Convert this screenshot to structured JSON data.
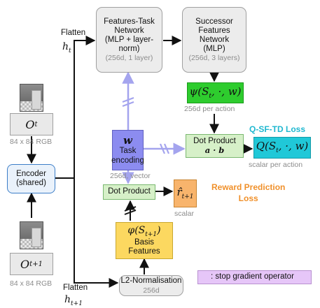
{
  "flatten_top": {
    "label": "Flatten",
    "symbol": "h",
    "subscript": "t"
  },
  "flatten_bottom": {
    "label": "Flatten",
    "symbol": "h",
    "subscript": "t+1"
  },
  "feature_task_network": {
    "line1": "Features-Task",
    "line2": "Network",
    "line3": "(MLP + layer-",
    "line4": "norm)",
    "sub": "(256d, 1 layer)"
  },
  "successor_network": {
    "line1": "Successor",
    "line2": "Features",
    "line3": "Network",
    "line4": "(MLP)",
    "sub": "(256d, 3 layers)"
  },
  "obs_top": {
    "symbol": "O",
    "subscript": "t",
    "caption": "84 x 84 RGB"
  },
  "obs_bottom": {
    "symbol": "O",
    "subscript": "t+1",
    "caption": "84 x 84 RGB"
  },
  "encoder": {
    "line1": "Encoder",
    "line2": "(shared)"
  },
  "psi_box": {
    "text": "ψ(S",
    "subscript": "t",
    "rest": ", ·, w)",
    "caption": "256d per action"
  },
  "task_encoding": {
    "symbol": "w",
    "line1": "Task",
    "line2": "encoding",
    "caption": "256d, vector"
  },
  "dot_product_top": {
    "label": "Dot Product",
    "formula": "a · b"
  },
  "q_box": {
    "text": "Q(S",
    "subscript": "t",
    "rest": ", ·, w)",
    "caption": "scalar per action"
  },
  "q_loss": {
    "label": "Q-SF-TD Loss"
  },
  "dot_product_bottom": {
    "label": "Dot Product"
  },
  "reward_box": {
    "symbol": "r̂",
    "subscript": "t+1",
    "caption": "scalar"
  },
  "reward_loss": {
    "line1": "Reward Prediction",
    "line2": "Loss"
  },
  "phi_box": {
    "text": "φ(S",
    "subscript": "t+1",
    "rest": ")",
    "line1": "Basis",
    "line2": "Features"
  },
  "l2_norm": {
    "label": "L2-Normalisation",
    "sub": "256d"
  },
  "legend": {
    "label": ": stop gradient operator"
  },
  "colors": {
    "gray_box": "#ececec",
    "blue_task": "#8c8cf0",
    "green": "#d6f0c8",
    "psi_green": "#2ecc2e",
    "q_cyan": "#20c8d8",
    "reward_orange": "#f8b46c",
    "phi_yellow": "#fcd860",
    "legend_purple": "#e6c6f8",
    "q_loss_text": "#20b8d0",
    "reward_loss_text": "#f0902a",
    "stop_grad_arrow": "#a4a4ee"
  }
}
